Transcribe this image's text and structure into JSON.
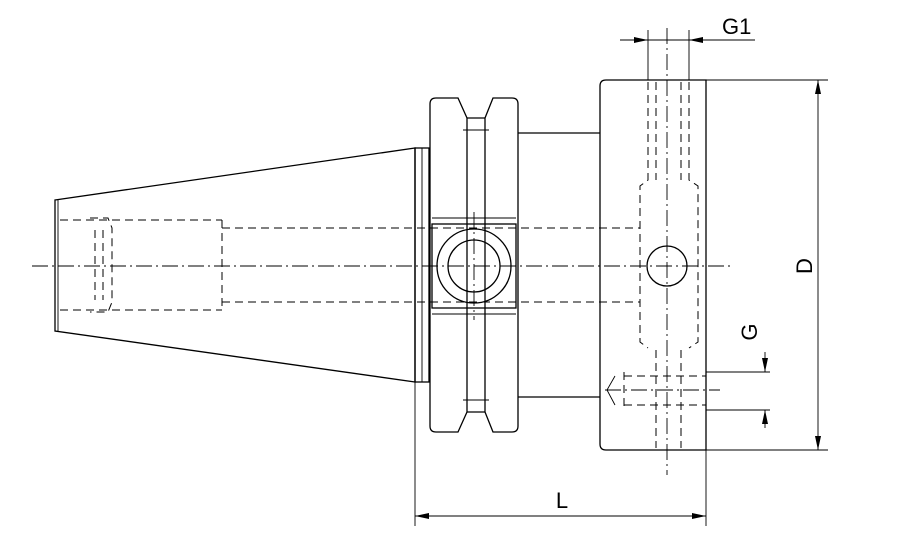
{
  "dimensions": {
    "g1_label": "G1",
    "d_label": "D",
    "g_label": "G",
    "l_label": "L"
  }
}
